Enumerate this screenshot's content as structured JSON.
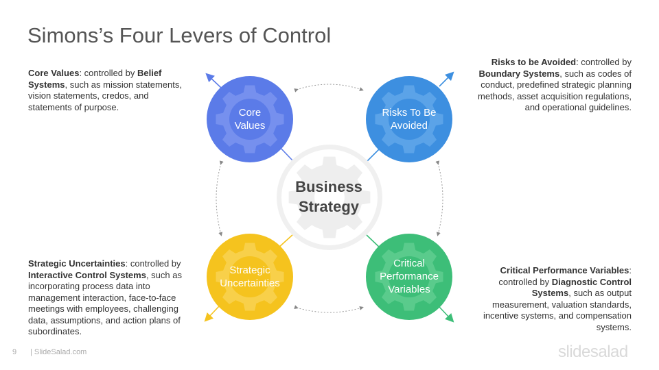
{
  "title": "Simons’s Four Levers of Control",
  "center": {
    "line1": "Business",
    "line2": "Strategy"
  },
  "nodes": {
    "core": {
      "line1": "Core",
      "line2": "Values",
      "color": "#5B7BE8"
    },
    "risk": {
      "line1": "Risks To Be",
      "line2": "Avoided",
      "color": "#3D8FE0"
    },
    "strat": {
      "line1": "Strategic",
      "line2": "Uncertainties",
      "color": "#F5C31E"
    },
    "crit": {
      "line1": "Critical",
      "line2": "Performance",
      "line3": "Variables",
      "color": "#3DBE78"
    }
  },
  "descriptions": {
    "core": {
      "bold1": "Core Values",
      "text1": ": controlled by ",
      "bold2": "Belief Systems",
      "text2": ", such as mission statements, vision statements, credos, and statements of purpose."
    },
    "risk": {
      "bold1": "Risks to be Avoided",
      "text1": ": controlled by ",
      "bold2": "Boundary Systems",
      "text2": ", such as codes of conduct, predefined strategic planning methods, asset acquisition regulations, and operational guidelines."
    },
    "strat": {
      "bold1": "Strategic Uncertainties",
      "text1": ": controlled by ",
      "bold2": "Interactive Control Systems",
      "text2": ", such as incorporating process data into management interaction, face-to-face meetings with employees, challenging data, assumptions, and action plans of subordinates."
    },
    "crit": {
      "bold1": "Critical Performance Variables",
      "text1": ": controlled by ",
      "bold2": "Diagnostic Control Systems",
      "text2": ", such as output measurement, valuation standards, incentive systems, and compensation systems."
    }
  },
  "footer": {
    "page_number": "9",
    "site": "| SlideSalad.com",
    "logo": "slidesalad"
  }
}
